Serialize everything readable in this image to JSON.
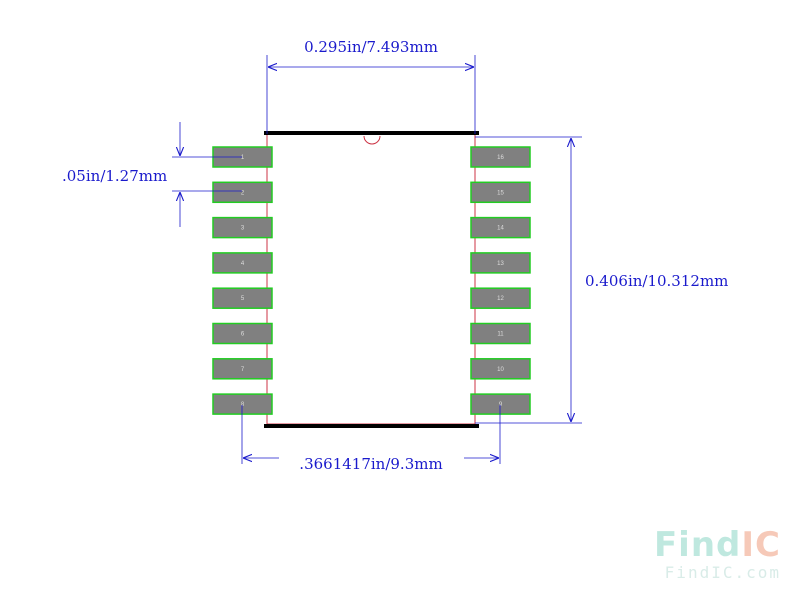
{
  "dimensions": {
    "body_width": "0.295in/7.493mm",
    "pitch": ".05in/1.27mm",
    "body_length": "0.406in/10.312mm",
    "lead_span": ".3661417in/9.3mm"
  },
  "pins": {
    "left": [
      "1",
      "2",
      "3",
      "4",
      "5",
      "6",
      "7",
      "8"
    ],
    "right": [
      "16",
      "15",
      "14",
      "13",
      "12",
      "11",
      "10",
      "9"
    ]
  },
  "watermark": {
    "logo": "FindIC",
    "url": "FindIC.com"
  },
  "colors": {
    "dimension": "#1a1acc",
    "pad_fill": "#808080",
    "pad_outline": "#22cc22",
    "body_outline": "#cc3344",
    "edge_bar": "#000000",
    "watermark_find": "#bfe8df",
    "watermark_ic": "#f6c9b8",
    "watermark_url": "#d9ece8"
  }
}
